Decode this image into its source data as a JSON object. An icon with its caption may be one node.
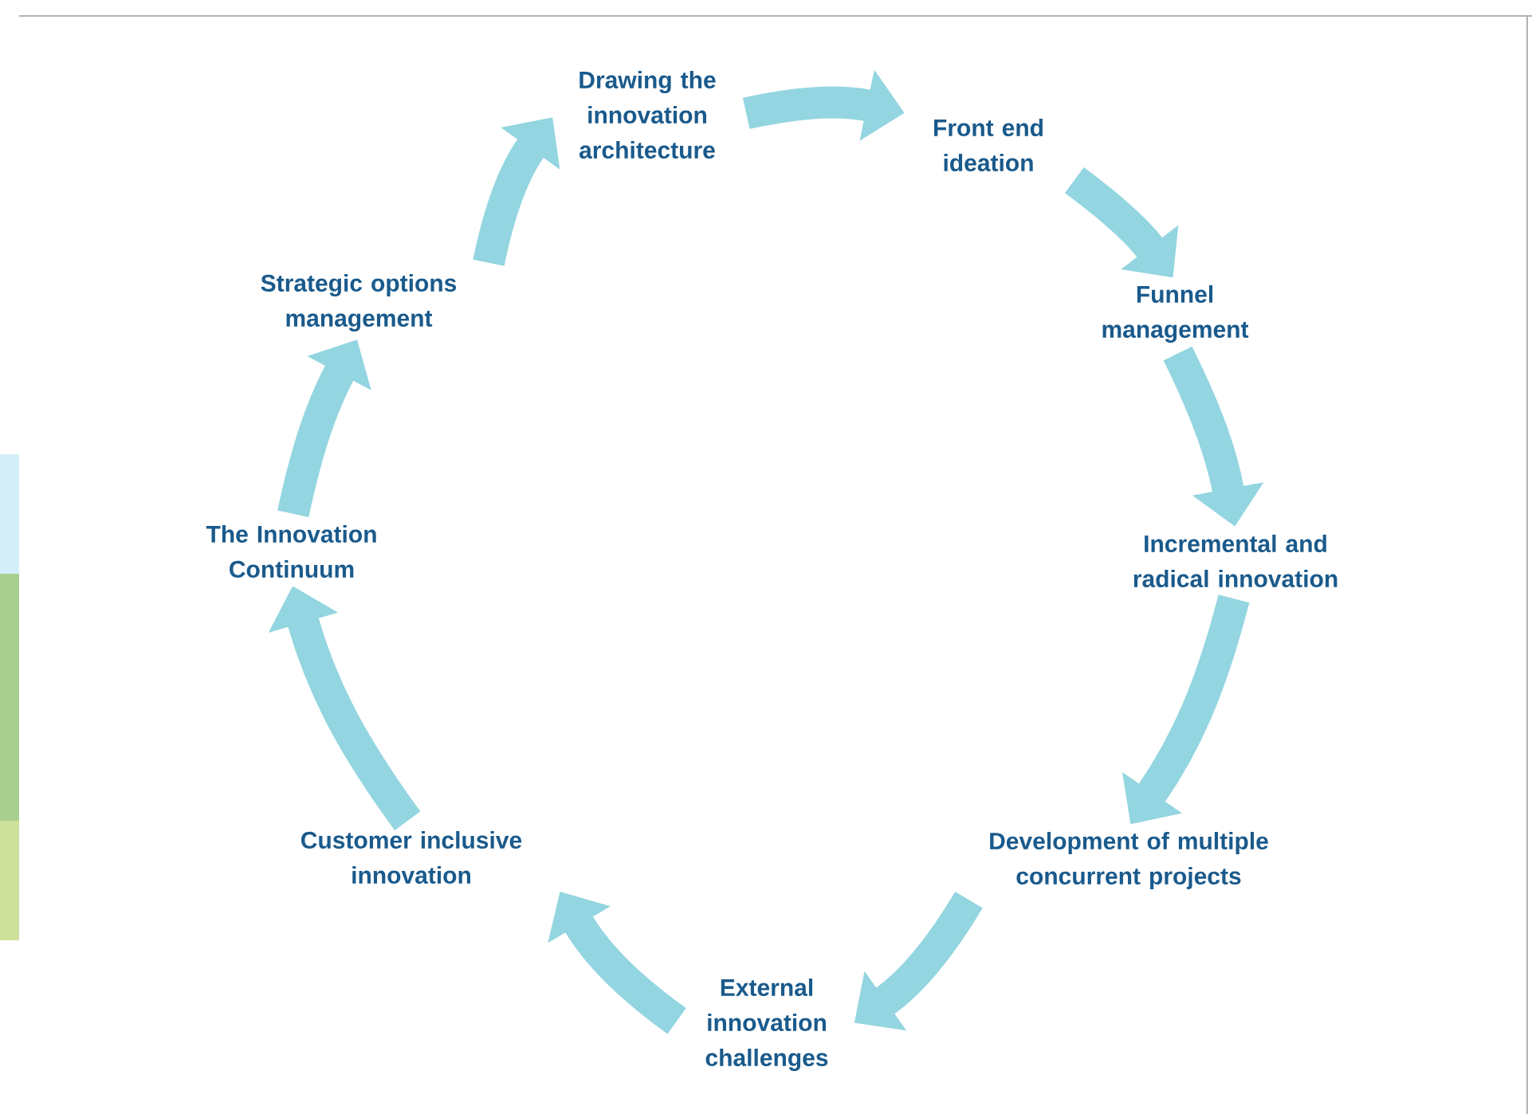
{
  "diagram": {
    "nodes": [
      {
        "text": [
          "Drawing the innovation architecture"
        ]
      },
      {
        "text": [
          "Front end ideation"
        ]
      },
      {
        "text": [
          "Funnel management"
        ]
      },
      {
        "text": [
          "Incremental and radical innovation"
        ]
      },
      {
        "text": [
          "Development of multiple concurrent projects"
        ]
      },
      {
        "text": [
          "External innovation challenges"
        ]
      },
      {
        "text": [
          "Customer inclusive innovation"
        ]
      },
      {
        "text": [
          "The Innovation Continuum"
        ]
      },
      {
        "text": [
          "Strategic options management"
        ]
      }
    ],
    "edges": [
      {
        "from": 0,
        "to": 1,
        "arrow": "to"
      },
      {
        "from": 1,
        "to": 2,
        "arrow": "to"
      },
      {
        "from": 2,
        "to": 3,
        "arrow": "to"
      },
      {
        "from": 3,
        "to": 4,
        "arrow": "to"
      },
      {
        "from": 4,
        "to": 5,
        "arrow": "to"
      },
      {
        "from": 5,
        "to": 6,
        "arrow": "to"
      },
      {
        "from": 6,
        "to": 7,
        "arrow": "to"
      },
      {
        "from": 7,
        "to": 8,
        "arrow": "to"
      },
      {
        "from": 8,
        "to": 0,
        "arrow": "to"
      }
    ]
  }
}
